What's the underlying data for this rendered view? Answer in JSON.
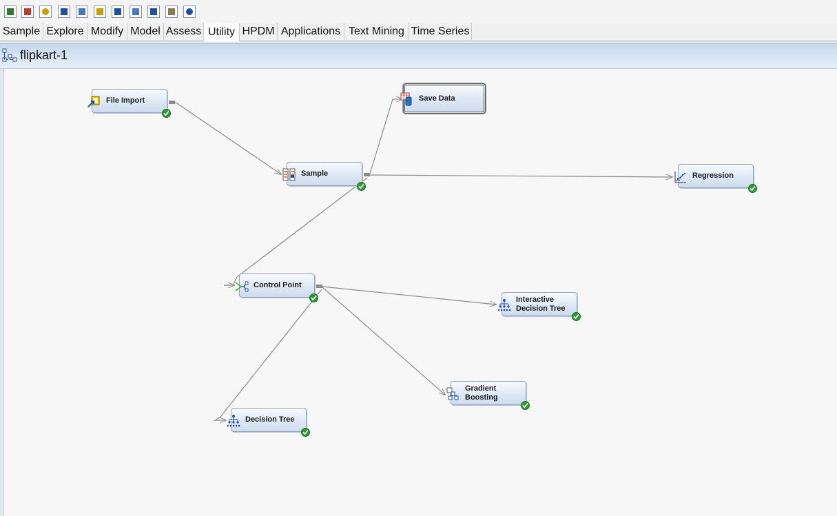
{
  "toolbar": {
    "buttons": [
      {
        "name": "append-icon",
        "color": "#2f7a2f"
      },
      {
        "name": "merge-icon",
        "color": "#c0392b"
      },
      {
        "name": "metadata-icon",
        "color": "#c8a000"
      },
      {
        "name": "info-icon",
        "color": "#1f4fa0"
      },
      {
        "name": "filter-icon",
        "color": "#1f4fa0"
      },
      {
        "name": "transform-icon",
        "color": "#c8a000"
      },
      {
        "name": "report-icon",
        "color": "#1f4fa0"
      },
      {
        "name": "score-icon",
        "color": "#1f4fa0"
      },
      {
        "name": "table-icon",
        "color": "#1f4fa0"
      },
      {
        "name": "code-icon",
        "color": "#c8a000"
      },
      {
        "name": "people-icon",
        "color": "#1f4fa0"
      }
    ]
  },
  "tabs": [
    {
      "label": "Sample",
      "active": false
    },
    {
      "label": "Explore",
      "active": false
    },
    {
      "label": "Modify",
      "active": false
    },
    {
      "label": "Model",
      "active": false
    },
    {
      "label": "Assess",
      "active": false
    },
    {
      "label": "Utility",
      "active": true
    },
    {
      "label": "HPDM",
      "active": false
    },
    {
      "label": "Applications",
      "active": false
    },
    {
      "label": "Text Mining",
      "active": false
    },
    {
      "label": "Time Series",
      "active": false
    }
  ],
  "diagram": {
    "title": "flipkart-1",
    "icon": "process-flow-icon"
  },
  "nodes": {
    "file_import": {
      "label": "File Import",
      "icon": "file-import-icon",
      "status": "completed"
    },
    "save_data": {
      "label": "Save Data",
      "icon": "save-data-icon",
      "status": "selected"
    },
    "sample": {
      "label": "Sample",
      "icon": "sample-icon",
      "status": "completed"
    },
    "regression": {
      "label": "Regression",
      "icon": "regression-icon",
      "status": "completed"
    },
    "control_point": {
      "label": "Control Point",
      "icon": "control-point-icon",
      "status": "completed"
    },
    "interactive_tree": {
      "label": "Interactive Decision Tree",
      "icon": "decision-tree-icon",
      "status": "completed"
    },
    "gradient_boosting": {
      "label": "Gradient Boosting",
      "icon": "gradient-boosting-icon",
      "status": "completed"
    },
    "decision_tree": {
      "label": "Decision Tree",
      "icon": "decision-tree-icon",
      "status": "completed"
    }
  },
  "colors": {
    "header_gradient_top": "#c6d8ee",
    "node_fill": "#dde8f4",
    "status_green": "#2f9b35",
    "link": "#8a8a8a"
  }
}
